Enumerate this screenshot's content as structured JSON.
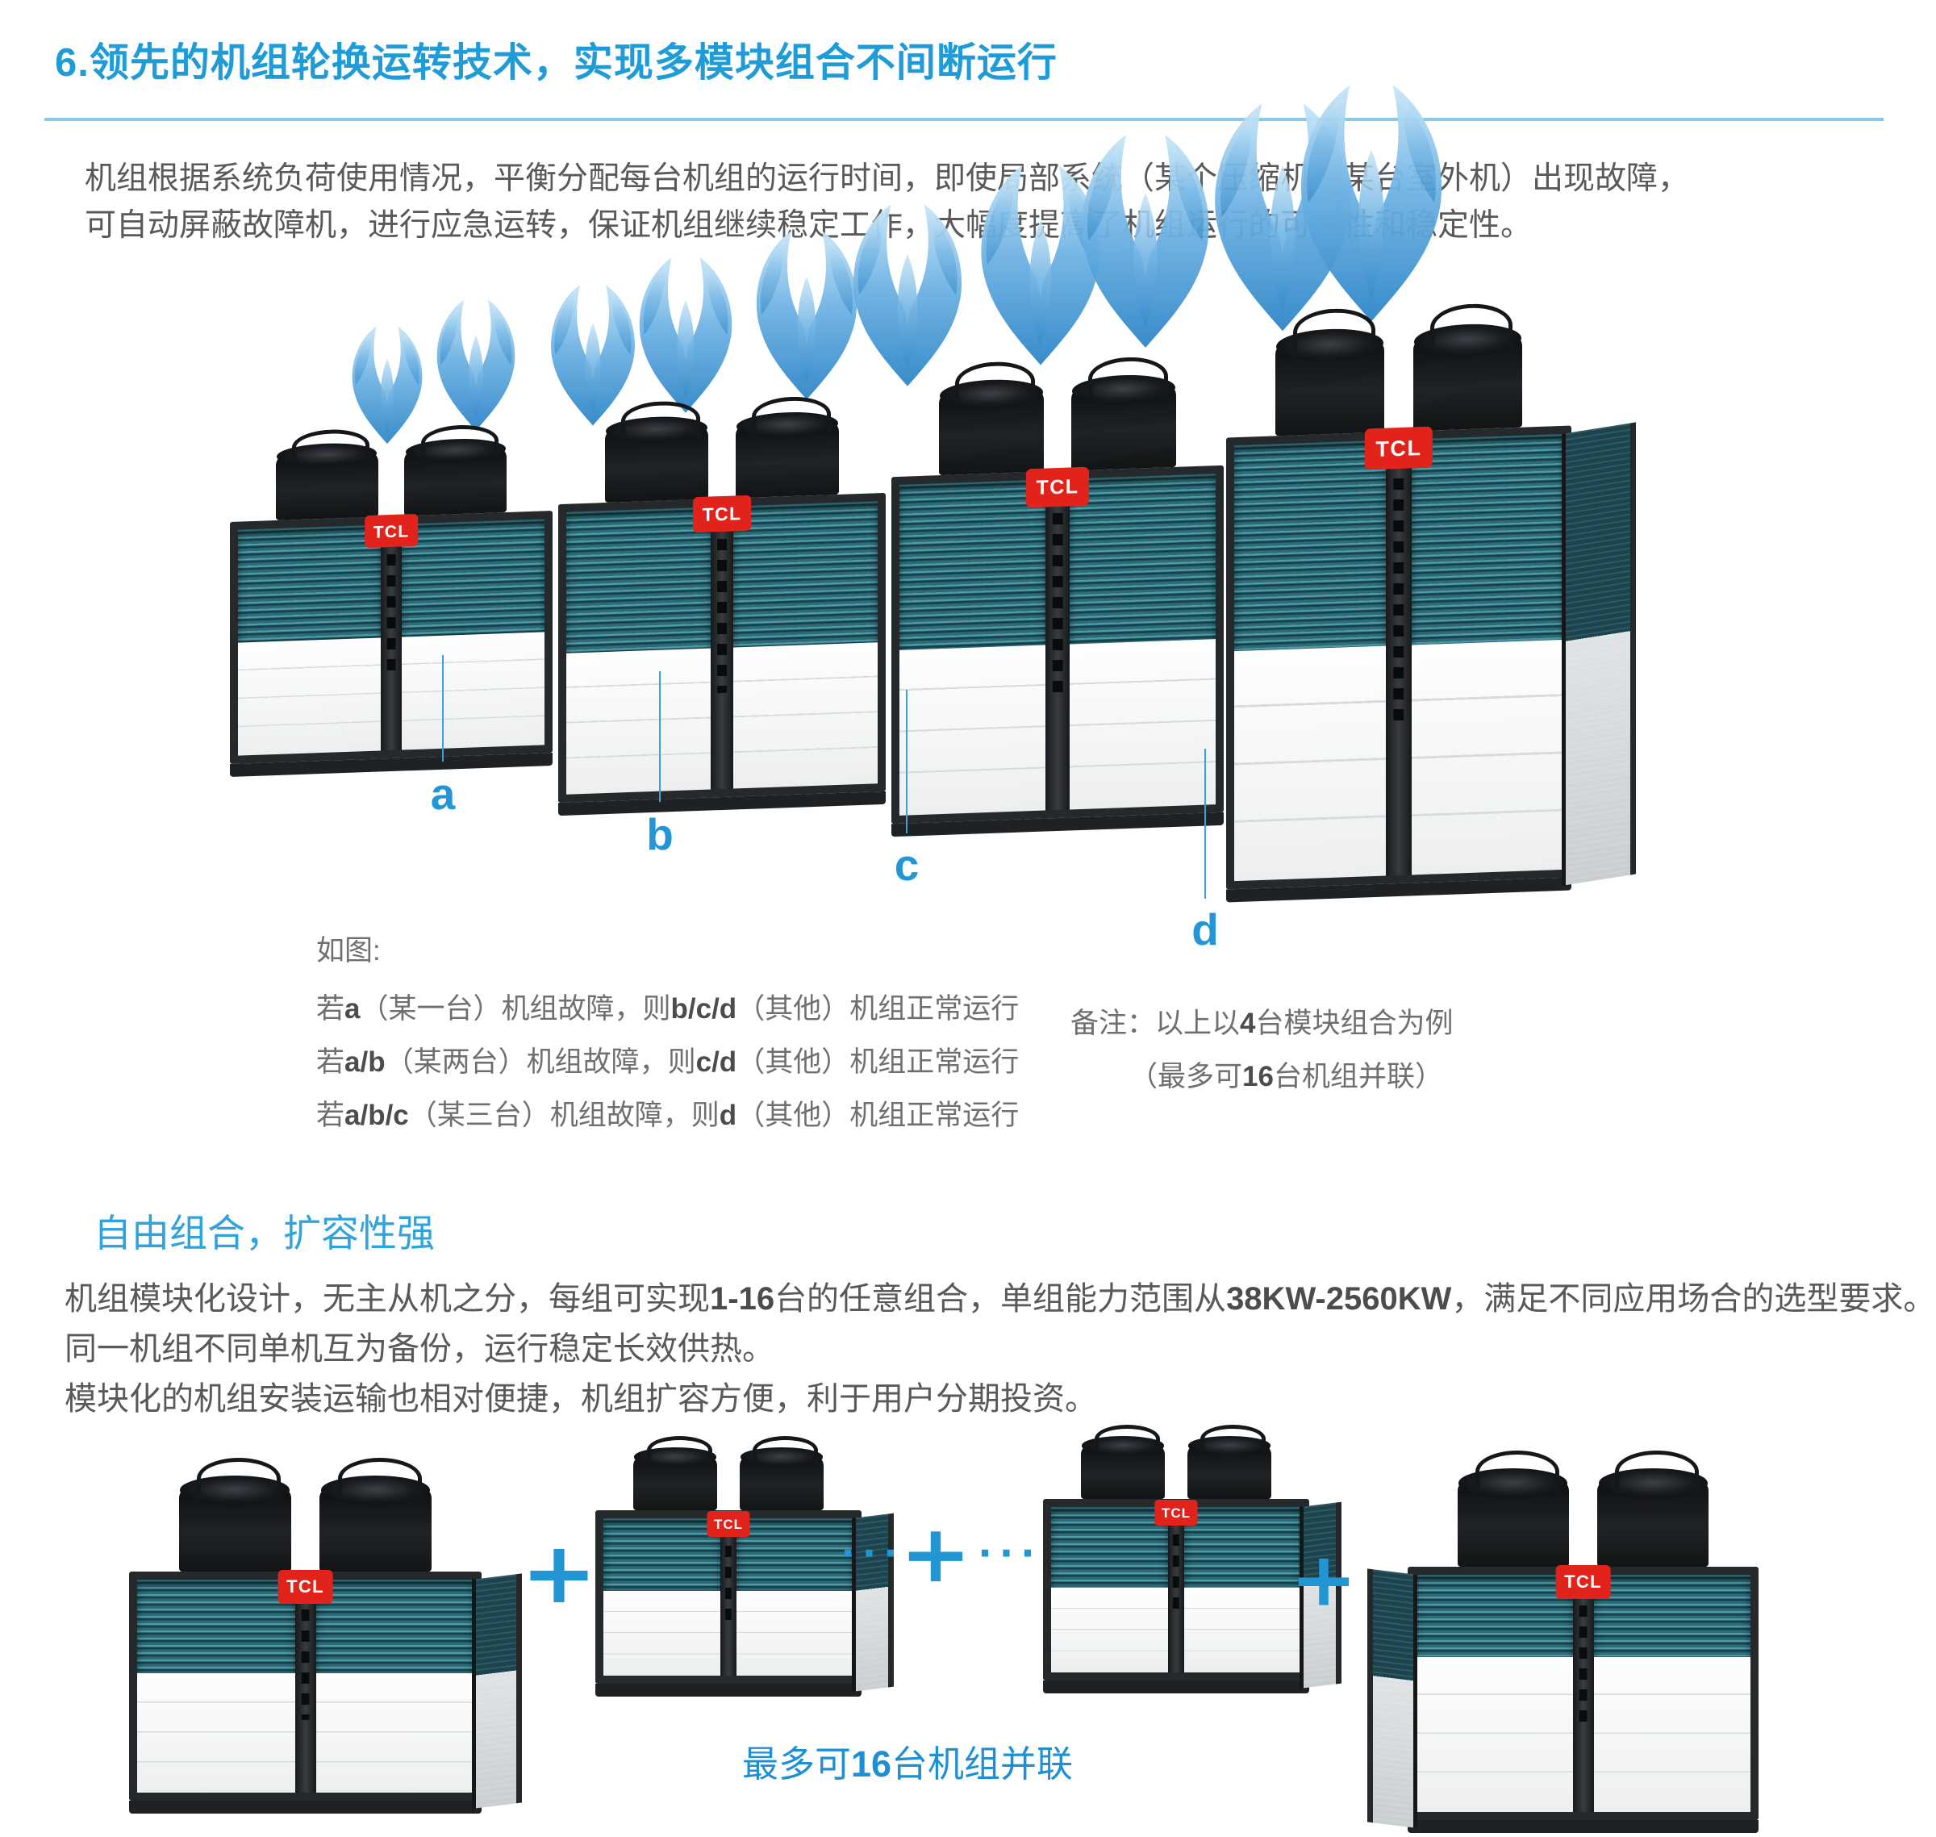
{
  "header": {
    "title": "6.领先的机组轮换运转技术，实现多模块组合不间断运行"
  },
  "intro": {
    "line1": "机组根据系统负荷使用情况，平衡分配每台机组的运行时间，即使局部系统（某个压缩机或某台室外机）出现故障，",
    "line2": "可自动屏蔽故障机，进行应急运转，保证机组继续稳定工作，大幅度提高了机组运行的可靠性和稳定性。"
  },
  "diagram": {
    "brand": "TCL",
    "labels": [
      "a",
      "b",
      "c",
      "d"
    ],
    "legend_title": "如图:",
    "legend_lines": [
      [
        {
          "t": "若"
        },
        {
          "t": "a",
          "b": 1
        },
        {
          "t": "（某一台）机组故障，则"
        },
        {
          "t": "b/c/d",
          "b": 1
        },
        {
          "t": "（其他）机组正常运行"
        }
      ],
      [
        {
          "t": "若"
        },
        {
          "t": "a/b",
          "b": 1
        },
        {
          "t": "（某两台）机组故障，则"
        },
        {
          "t": "c/d",
          "b": 1
        },
        {
          "t": "（其他）机组正常运行"
        }
      ],
      [
        {
          "t": "若"
        },
        {
          "t": "a/b/c",
          "b": 1
        },
        {
          "t": "（某三台）机组故障，则"
        },
        {
          "t": "d",
          "b": 1
        },
        {
          "t": "（其他）机组正常运行"
        }
      ]
    ],
    "note_line1": [
      {
        "t": "备注：以上以"
      },
      {
        "t": "4",
        "b": 1
      },
      {
        "t": "台模块组合为例"
      }
    ],
    "note_line2": [
      {
        "t": "（最多可"
      },
      {
        "t": "16",
        "b": 1
      },
      {
        "t": "台机组并联）"
      }
    ]
  },
  "section2": {
    "heading": "自由组合，扩容性强",
    "lines": [
      [
        {
          "t": "机组模块化设计，无主从机之分，每组可实现"
        },
        {
          "t": "1-16",
          "b": 1
        },
        {
          "t": "台的任意组合，单组能力范围从"
        },
        {
          "t": "38KW-2560KW",
          "b": 1
        },
        {
          "t": "，满足不同应用场合的选型要求。"
        }
      ],
      [
        {
          "t": "同一机组不同单机互为备份，运行稳定长效供热。"
        }
      ],
      [
        {
          "t": "模块化的机组安装运输也相对便捷，机组扩容方便，利于用户分期投资。"
        }
      ]
    ]
  },
  "bottom": {
    "plus": "+",
    "dots": "···",
    "caption": [
      {
        "t": "最多可"
      },
      {
        "t": "16",
        "b": 1
      },
      {
        "t": "台机组并联"
      }
    ]
  },
  "colors": {
    "accent": "#1F9CD8",
    "accent_light": "#8CC8E9",
    "body_text": "#58595B",
    "brand_red": "#E2231B",
    "plus_blue": "#2196D3",
    "coil_teal": "#2D6B77",
    "frame_black": "#26292B",
    "airflow_top": "#C9E7F8",
    "airflow_bottom": "#2E86C8"
  }
}
